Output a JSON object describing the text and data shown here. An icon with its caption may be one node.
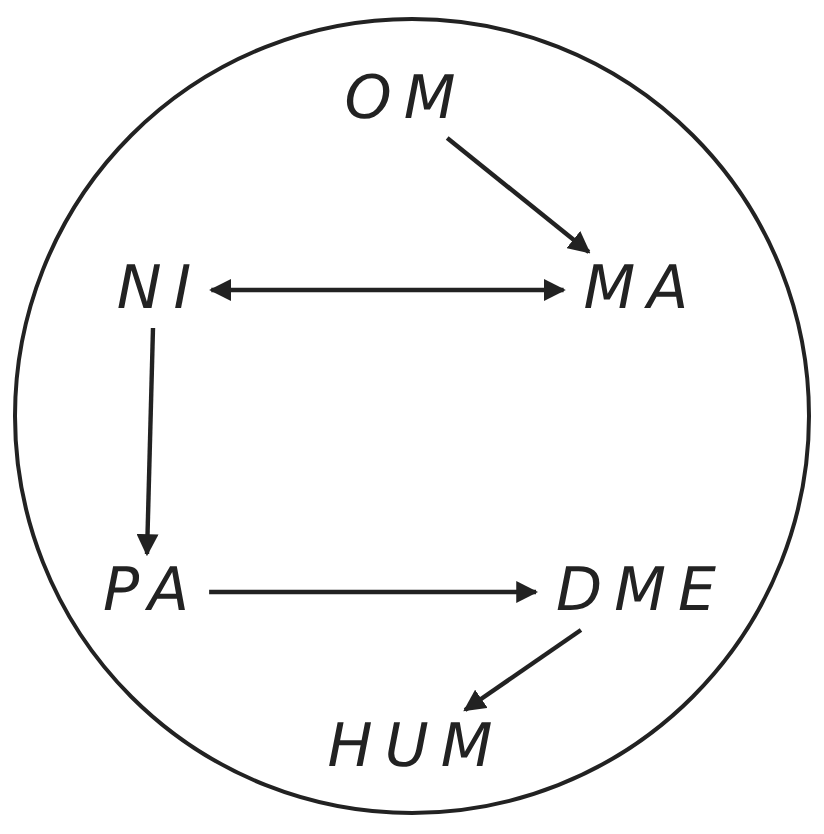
{
  "diagram": {
    "nodes": [
      {
        "text": [],
        "shape": "circle"
      },
      {
        "text": [
          "OM"
        ],
        "in": 0
      },
      {
        "text": [
          "MA"
        ],
        "in": 0
      },
      {
        "text": [
          "NI"
        ],
        "in": 0
      },
      {
        "text": [
          "PA"
        ],
        "in": 0
      },
      {
        "text": [
          "DME"
        ],
        "in": 0
      },
      {
        "text": [
          "HUM"
        ],
        "in": 0
      }
    ],
    "edges": [
      {
        "from": 1,
        "to": 2,
        "arrow": "to"
      },
      {
        "from": 2,
        "to": 3,
        "arrow": "both"
      },
      {
        "from": 3,
        "to": 4,
        "arrow": "to"
      },
      {
        "from": 4,
        "to": 5,
        "arrow": "to"
      },
      {
        "from": 5,
        "to": 6,
        "arrow": "to"
      }
    ]
  }
}
